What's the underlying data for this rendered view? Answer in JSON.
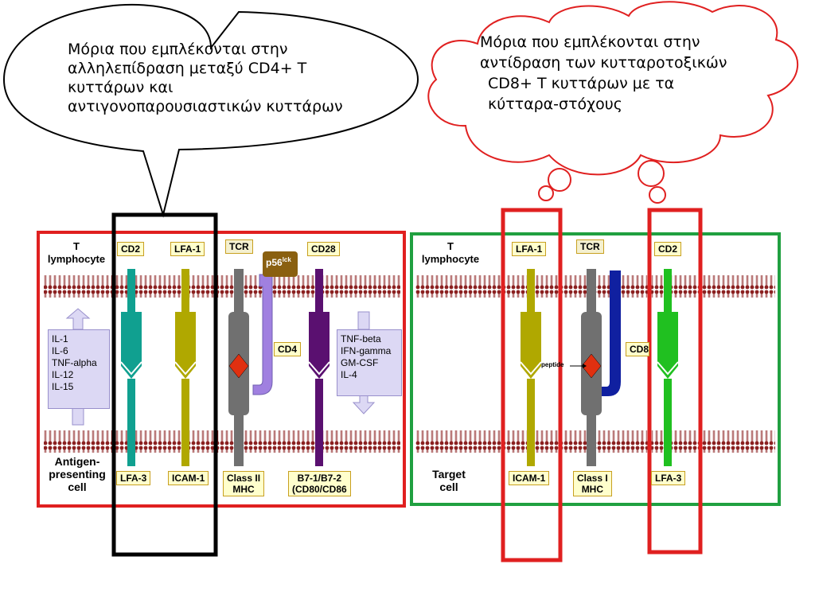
{
  "speech_bubble": {
    "lines": [
      "Μόρια που εμπλέκονται στην",
      "αλληλεπίδραση μεταξύ CD4+ T",
      "κυττάρων και",
      "αντιγονοπαρουσιαστικών κυττάρων"
    ]
  },
  "thought_cloud": {
    "lines": [
      "Μόρια που εμπλέκονται στην",
      "αντίδραση των κυτταροτοξικών",
      "CD8+ T κυττάρων με τα",
      "κύτταρα-στόχους"
    ]
  },
  "left_panel": {
    "top_cell_lines": [
      "T",
      "lymphocyte"
    ],
    "bottom_cell_lines": [
      "Antigen-",
      "presenting",
      "cell"
    ],
    "top_labels": {
      "cd2": "CD2",
      "lfa1": "LFA-1",
      "tcr": "TCR",
      "p56lck": "p56",
      "p56lck_sup": "lck",
      "cd28": "CD28",
      "cd4": "CD4"
    },
    "bottom_labels": {
      "lfa3": "LFA-3",
      "icam1": "ICAM-1",
      "class2": [
        "Class II",
        "MHC"
      ],
      "b7": [
        "B7-1/B7-2",
        "(CD80/CD86"
      ]
    },
    "cytokines_left": [
      "IL-1",
      "IL-6",
      "TNF-alpha",
      "IL-12",
      "IL-15"
    ],
    "cytokines_right": [
      "TNF-beta",
      "IFN-gamma",
      "GM-CSF",
      "IL-4"
    ]
  },
  "right_panel": {
    "top_cell_lines": [
      "T",
      "lymphocyte"
    ],
    "bottom_cell_lines": [
      "Target",
      "cell"
    ],
    "top_labels": {
      "lfa1": "LFA-1",
      "tcr": "TCR",
      "cd2": "CD2",
      "cd8": "CD8"
    },
    "bottom_labels": {
      "icam1": "ICAM-1",
      "class1": [
        "Class I",
        "MHC"
      ],
      "lfa3": "LFA-3"
    },
    "peptide_label": "peptide"
  },
  "colors": {
    "red_frame": "#e02020",
    "green_frame": "#20a040",
    "black_frame": "#000000",
    "membrane": "#8b2020",
    "teal": "#10a090",
    "olive": "#b0a800",
    "gray": "#707070",
    "purple_light": "#a080e0",
    "purple_dark": "#5a1070",
    "green": "#20c020",
    "blue": "#1020a0"
  }
}
